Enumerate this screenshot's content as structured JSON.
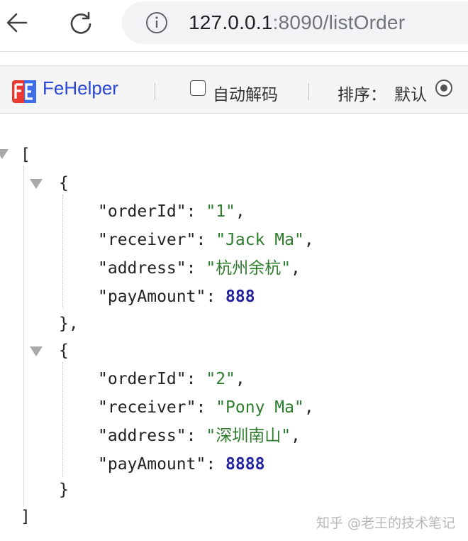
{
  "browser": {
    "url_host": "127.0.0.1",
    "url_rest": ":8090/listOrder"
  },
  "fehelper": {
    "brand": "FeHelper",
    "auto_decode_label": "自动解码",
    "sort_label": "排序：",
    "sort_default": "默认"
  },
  "json": {
    "open_bracket": "[",
    "close_bracket": "]",
    "orders": [
      {
        "open": "{",
        "close": "},",
        "orderId": "1",
        "receiver": "Jack Ma",
        "address": "杭州余杭",
        "payAmount": "888"
      },
      {
        "open": "{",
        "close": "}",
        "orderId": "2",
        "receiver": "Pony Ma",
        "address": "深圳南山",
        "payAmount": "8888"
      }
    ],
    "keys": {
      "orderId": "\"orderId\"",
      "receiver": "\"receiver\"",
      "address": "\"address\"",
      "payAmount": "\"payAmount\""
    }
  },
  "watermark": "知乎 @老王的技术笔记",
  "colors": {
    "string": "#2d7d2d",
    "number": "#23239e",
    "brand": "#2a47d6"
  }
}
